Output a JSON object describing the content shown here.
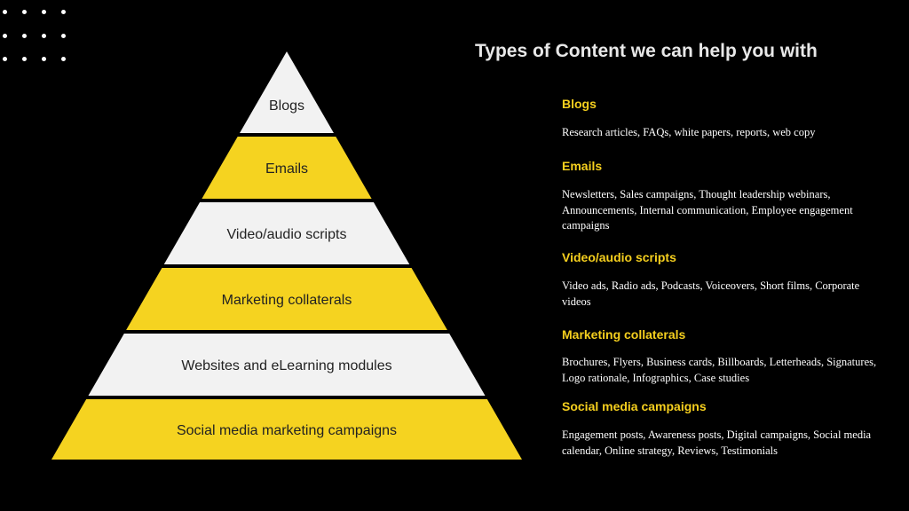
{
  "pyramid": {
    "levels": [
      {
        "label": "Blogs",
        "fill": "#f2f2f2"
      },
      {
        "label": "Emails",
        "fill": "#f5d320"
      },
      {
        "label": "Video/audio scripts",
        "fill": "#f2f2f2"
      },
      {
        "label": "Marketing collaterals",
        "fill": "#f5d320"
      },
      {
        "label": "Websites and eLearning modules",
        "fill": "#f2f2f2"
      },
      {
        "label": "Social media marketing campaigns",
        "fill": "#f5d320"
      }
    ]
  },
  "content": {
    "heading": "Types of Content we can help you with",
    "items": [
      {
        "title": "Blogs",
        "description": "Research articles, FAQs, white papers, reports, web copy"
      },
      {
        "title": "Emails",
        "description": "Newsletters, Sales campaigns, Thought leadership webinars, Announcements, Internal communication, Employee engagement campaigns"
      },
      {
        "title": "Video/audio scripts",
        "description": "Video ads, Radio ads, Podcasts, Voiceovers, Short films, Corporate videos"
      },
      {
        "title": "Marketing collaterals",
        "description": "Brochures, Flyers, Business cards, Billboards, Letterheads, Signatures, Logo rationale, Infographics, Case studies"
      },
      {
        "title": "Social media campaigns",
        "description": "Engagement posts, Awareness posts, Digital campaigns, Social media calendar, Online strategy, Reviews, Testimonials"
      }
    ]
  },
  "colors": {
    "accent": "#f5cf1e",
    "background": "#000000",
    "light": "#f2f2f2"
  }
}
